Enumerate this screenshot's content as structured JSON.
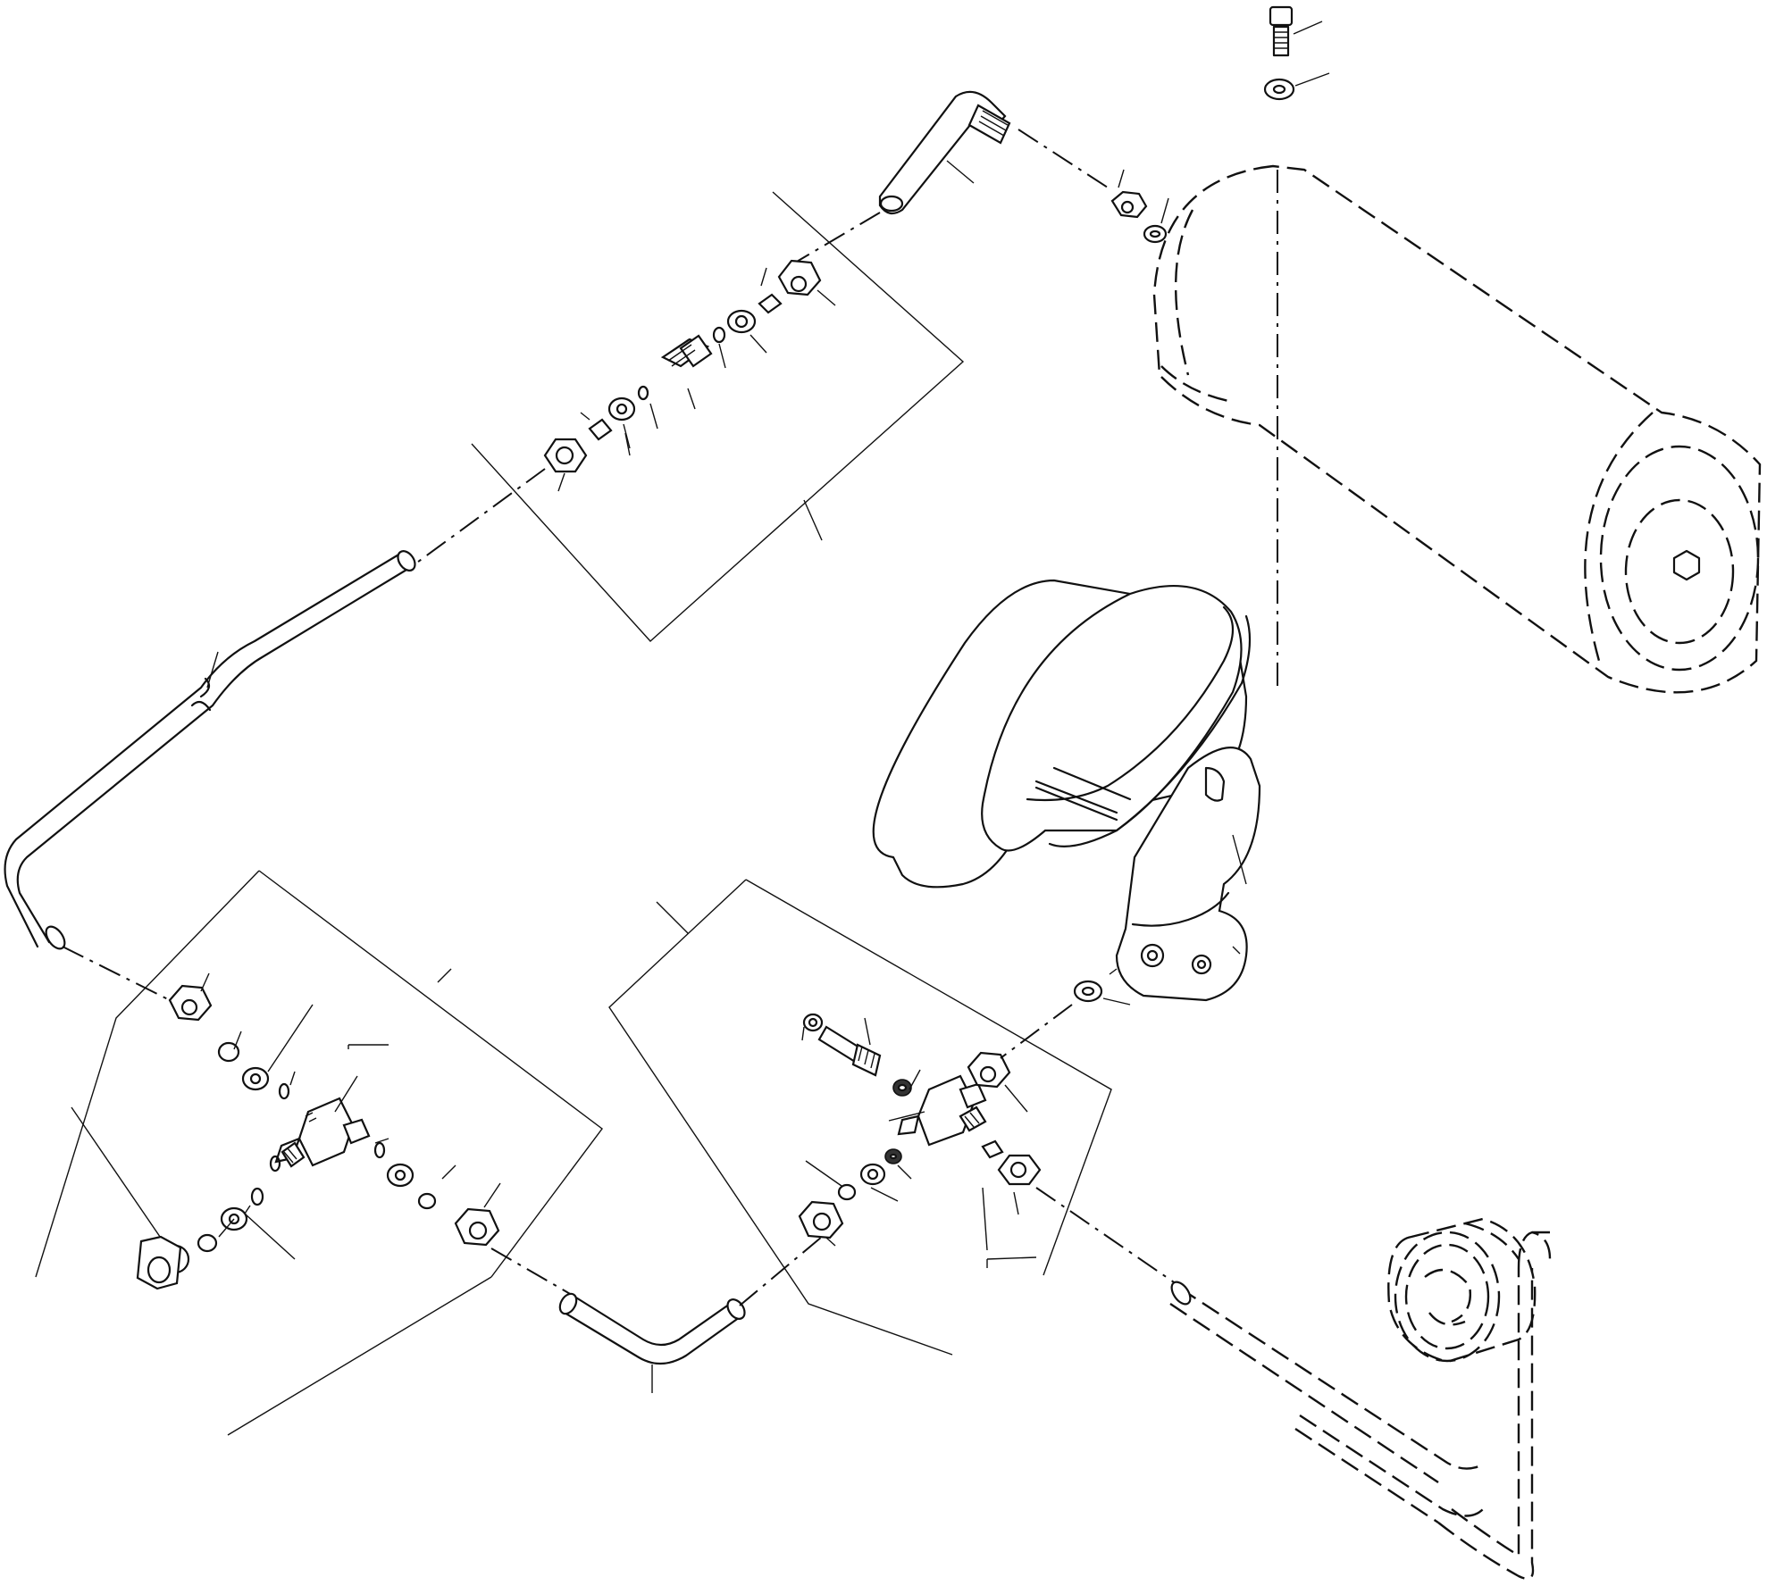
{
  "diagram": {
    "kind": "exploded parts diagram",
    "style": "black line art on white background",
    "ink_color": "#111111",
    "background_color": "#ffffff",
    "components": [
      {
        "name": "air-tank",
        "shape": "cylinder (dashed outline)"
      },
      {
        "name": "pressure-switch",
        "shape": "oval housing with body"
      },
      {
        "name": "gauge",
        "shape": "round dial (dashed outline)"
      },
      {
        "name": "upper-fitting-assembly",
        "group": "boxed"
      },
      {
        "name": "left-tee-fitting-assembly",
        "group": "boxed"
      },
      {
        "name": "right-tee-fitting-assembly",
        "group": "boxed"
      },
      {
        "name": "tubing-left",
        "shape": "bent tube"
      },
      {
        "name": "tubing-bottom",
        "shape": "bent tube"
      },
      {
        "name": "tubing-gauge",
        "shape": "bent tube (dashed)"
      },
      {
        "name": "elbow-fitting",
        "shape": "elbow"
      },
      {
        "name": "bolt",
        "shape": "hex bolt"
      },
      {
        "name": "washer",
        "shape": "flat washer"
      }
    ],
    "labels": []
  }
}
